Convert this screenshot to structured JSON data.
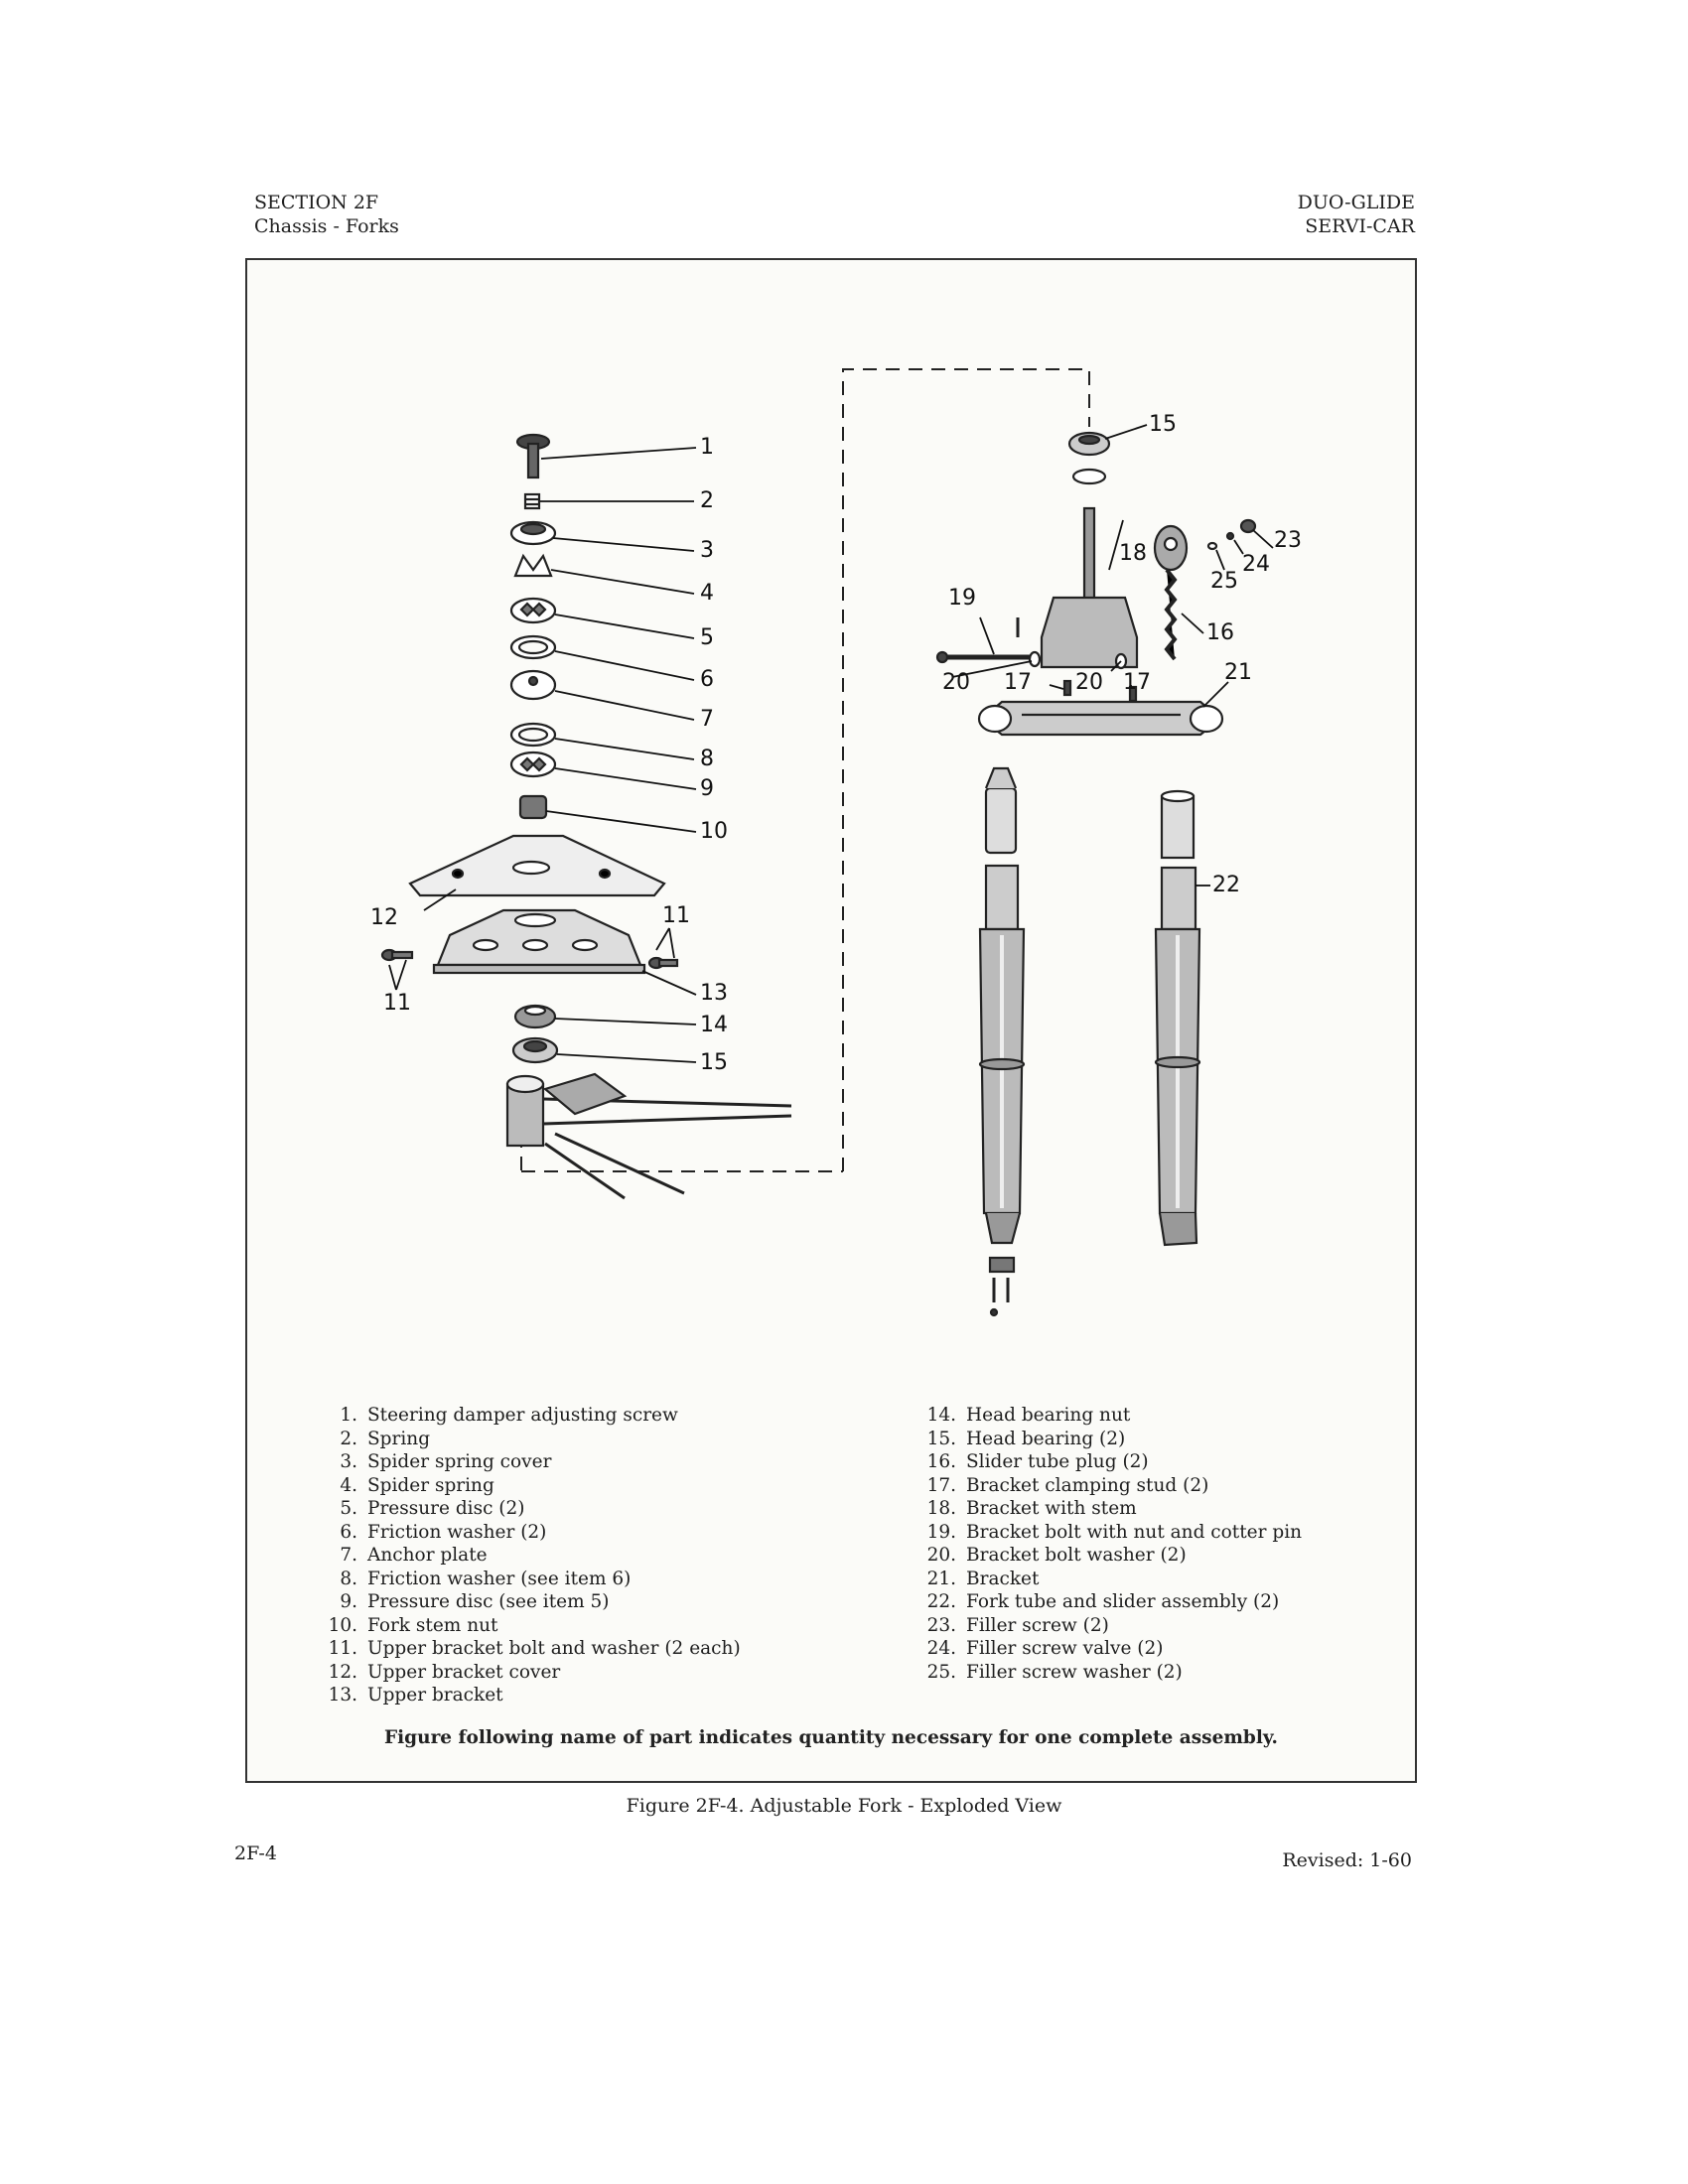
{
  "header": {
    "section": "SECTION 2F",
    "subsection": "Chassis - Forks",
    "model_1": "DUO-GLIDE",
    "model_2": "SERVI-CAR"
  },
  "callouts": {
    "c1": "1",
    "c2": "2",
    "c3": "3",
    "c4": "4",
    "c5": "5",
    "c6": "6",
    "c7": "7",
    "c8": "8",
    "c9": "9",
    "c10": "10",
    "c11a": "11",
    "c11b": "11",
    "c12": "12",
    "c13": "13",
    "c14": "14",
    "c15a": "15",
    "c15b": "15",
    "c16": "16",
    "c17a": "17",
    "c17b": "17",
    "c18": "18",
    "c19": "19",
    "c20a": "20",
    "c20b": "20",
    "c21": "21",
    "c22": "22",
    "c23": "23",
    "c24": "24",
    "c25": "25"
  },
  "legend_left": [
    {
      "num": "1.",
      "text": "Steering damper adjusting screw"
    },
    {
      "num": "2.",
      "text": "Spring"
    },
    {
      "num": "3.",
      "text": "Spider spring cover"
    },
    {
      "num": "4.",
      "text": "Spider spring"
    },
    {
      "num": "5.",
      "text": "Pressure disc (2)"
    },
    {
      "num": "6.",
      "text": "Friction washer (2)"
    },
    {
      "num": "7.",
      "text": "Anchor plate"
    },
    {
      "num": "8.",
      "text": "Friction washer (see item 6)"
    },
    {
      "num": "9.",
      "text": "Pressure disc (see item 5)"
    },
    {
      "num": "10.",
      "text": "Fork stem nut"
    },
    {
      "num": "11.",
      "text": "Upper bracket bolt and washer (2 each)"
    },
    {
      "num": "12.",
      "text": "Upper bracket cover"
    },
    {
      "num": "13.",
      "text": "Upper bracket"
    }
  ],
  "legend_right": [
    {
      "num": "14.",
      "text": "Head bearing nut"
    },
    {
      "num": "15.",
      "text": "Head bearing (2)"
    },
    {
      "num": "16.",
      "text": "Slider tube plug (2)"
    },
    {
      "num": "17.",
      "text": "Bracket clamping stud (2)"
    },
    {
      "num": "18.",
      "text": "Bracket with stem"
    },
    {
      "num": "19.",
      "text": "Bracket bolt with nut and cotter pin"
    },
    {
      "num": "20.",
      "text": "Bracket bolt washer (2)"
    },
    {
      "num": "21.",
      "text": "Bracket"
    },
    {
      "num": "22.",
      "text": "Fork tube and slider assembly (2)"
    },
    {
      "num": "23.",
      "text": "Filler screw (2)"
    },
    {
      "num": "24.",
      "text": "Filler screw valve (2)"
    },
    {
      "num": "25.",
      "text": "Filler screw washer (2)"
    }
  ],
  "note": "Figure following name of part indicates quantity necessary for one complete assembly.",
  "caption": "Figure 2F-4.  Adjustable Fork - Exploded View",
  "footer": {
    "page": "2F-4",
    "revised": "Revised:  1-60"
  }
}
